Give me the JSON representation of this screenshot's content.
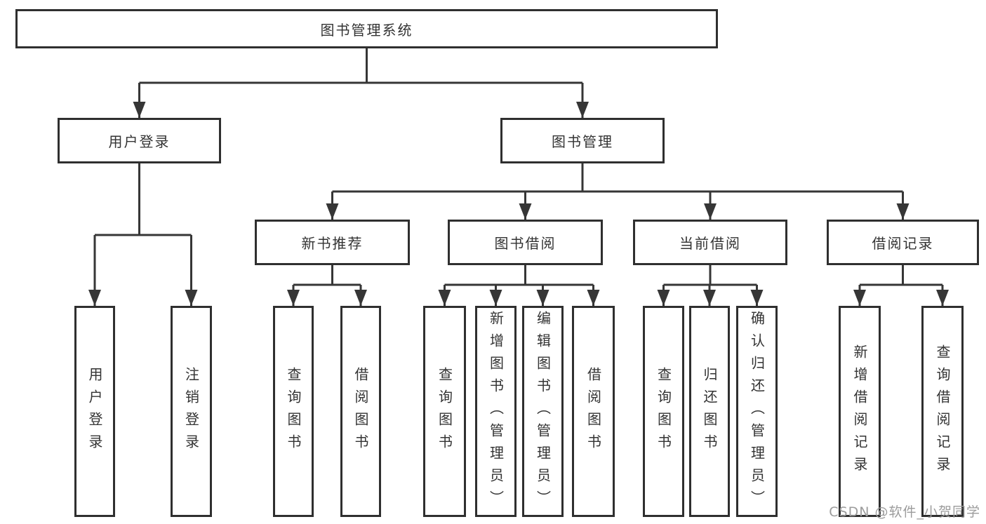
{
  "diagram": {
    "type": "hierarchy-tree",
    "root": {
      "label": "图书管理系统"
    },
    "branches": [
      {
        "label": "用户登录",
        "children": [
          {
            "label": "用户登录"
          },
          {
            "label": "注销登录"
          }
        ]
      },
      {
        "label": "图书管理",
        "children": [
          {
            "label": "新书推荐",
            "children": [
              {
                "label": "查询图书"
              },
              {
                "label": "借阅图书"
              }
            ]
          },
          {
            "label": "图书借阅",
            "children": [
              {
                "label": "查询图书"
              },
              {
                "label": "新增图书（管理员）"
              },
              {
                "label": "编辑图书（管理员）"
              },
              {
                "label": "借阅图书"
              }
            ]
          },
          {
            "label": "当前借阅",
            "children": [
              {
                "label": "查询图书"
              },
              {
                "label": "归还图书"
              },
              {
                "label": "确认归还（管理员）"
              }
            ]
          },
          {
            "label": "借阅记录",
            "children": [
              {
                "label": "新增借阅记录"
              },
              {
                "label": "查询借阅记录"
              }
            ]
          }
        ]
      }
    ],
    "colors": {
      "line": "#363636",
      "box_border": "#2f2f2f",
      "box_fill": "#ffffff",
      "text": "#333333"
    }
  },
  "watermark": {
    "text": "CSDN @软件_小贺同学",
    "color": "#9c9c9c"
  }
}
